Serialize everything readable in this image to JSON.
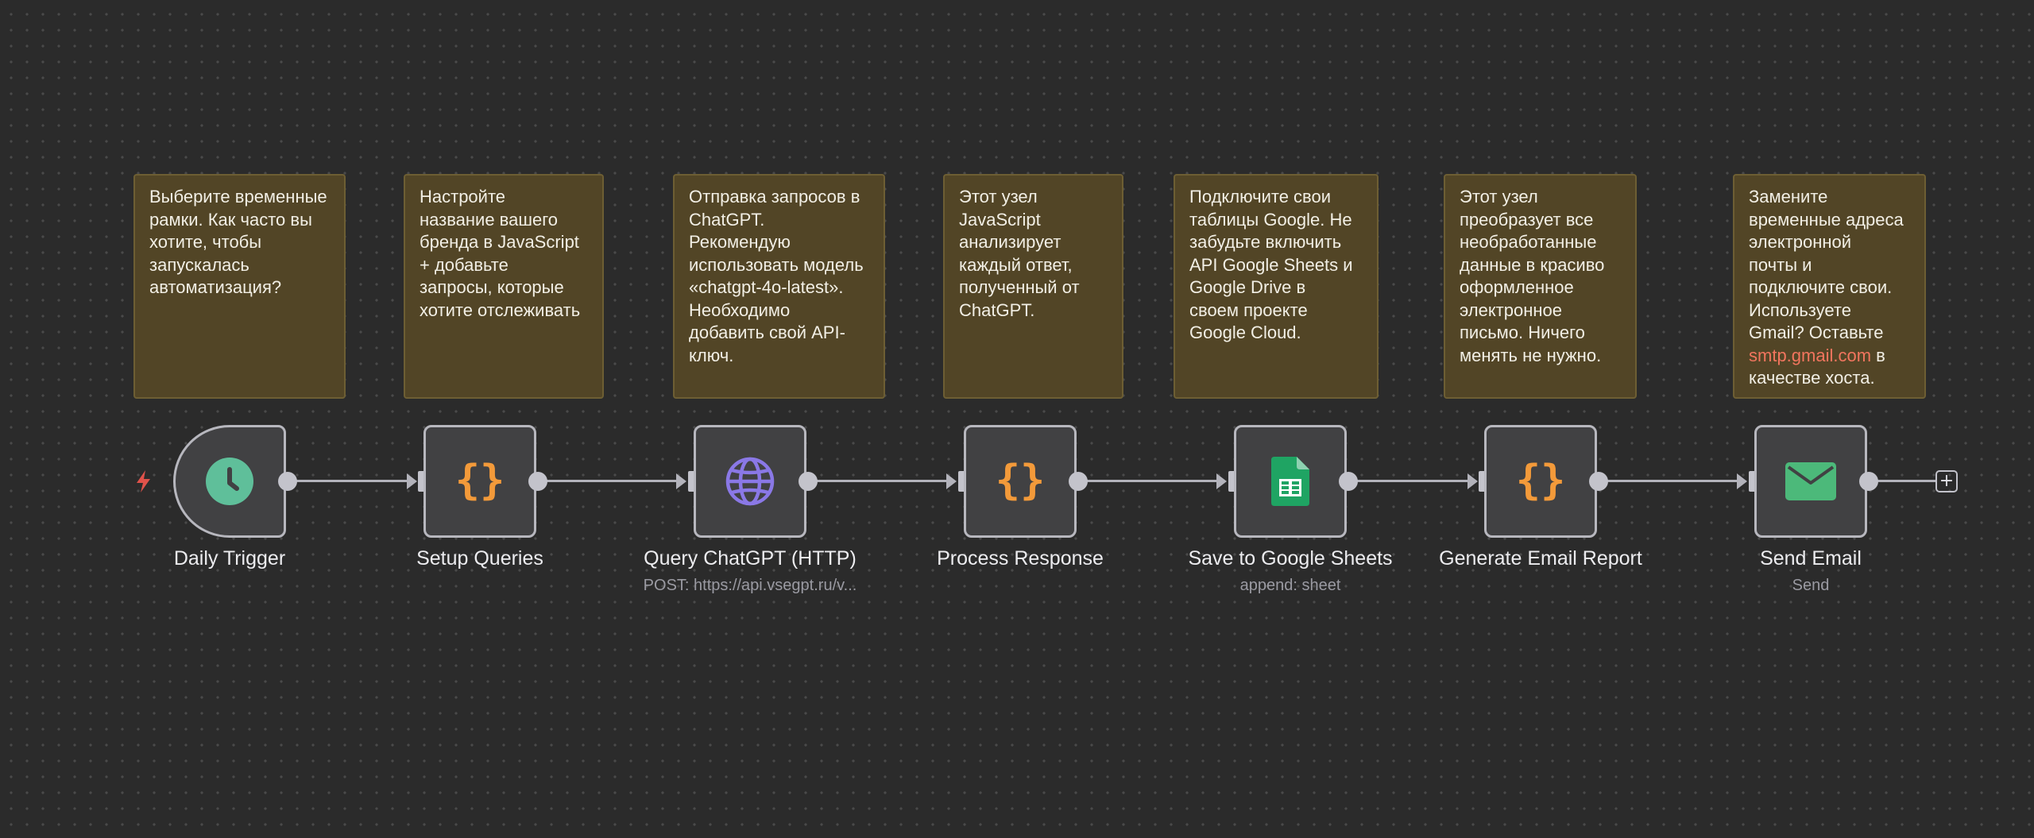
{
  "sticky_notes": [
    {
      "id": "note-trigger",
      "text": "Выберите временные\nрамки. Как часто вы\nхотите, чтобы\nзапускалась\nавтоматизация?"
    },
    {
      "id": "note-setup",
      "text": "Настройте\nназвание вашего\nбренда в JavaScript\n+ добавьте\nзапросы, которые\nхотите отслеживать"
    },
    {
      "id": "note-query",
      "text": "Отправка запросов в\nChatGPT.\nРекомендую\nиспользовать модель\n«chatgpt-4o-latest».\nНеобходимо\nдобавить свой API-\nключ."
    },
    {
      "id": "note-process",
      "text": "Этот узел\nJavaScript\nанализирует\nкаждый ответ,\nполученный от\nChatGPT."
    },
    {
      "id": "note-sheets",
      "text": "Подключите свои\nтаблицы Google. Не\nзабудьте включить\nAPI Google Sheets и\nGoogle Drive в\nсвоем проекте\nGoogle Cloud."
    },
    {
      "id": "note-report",
      "text": "Этот узел\nпреобразует все\nнеобработанные\nданные в красиво\nоформленное\nэлектронное\nписьмо. Ничего\nменять не нужно."
    },
    {
      "id": "note-email",
      "text_before": "Замените\nвременные адреса\nэлектронной\nпочты и\nподключите свои.\nИспользуете\nGmail? Оставьте\n",
      "highlight": "smtp.gmail.com",
      "text_after": " в\nкачестве хоста."
    }
  ],
  "nodes": [
    {
      "name": "Daily Trigger",
      "subtitle": "",
      "icon": "clock-icon",
      "color": "#5fbf9a"
    },
    {
      "name": "Setup Queries",
      "subtitle": "",
      "icon": "code-braces-icon",
      "color": "#f39a3a"
    },
    {
      "name": "Query ChatGPT (HTTP)",
      "subtitle": "POST: https://api.vsegpt.ru/v...",
      "icon": "globe-icon",
      "color": "#8a78e6"
    },
    {
      "name": "Process Response",
      "subtitle": "",
      "icon": "code-braces-icon",
      "color": "#f39a3a"
    },
    {
      "name": "Save to Google Sheets",
      "subtitle": "append: sheet",
      "icon": "google-sheets-icon",
      "color": "#1fa463"
    },
    {
      "name": "Generate Email Report",
      "subtitle": "",
      "icon": "code-braces-icon",
      "color": "#f39a3a"
    },
    {
      "name": "Send Email",
      "subtitle": "Send",
      "icon": "envelope-icon",
      "color": "#4cb97a"
    }
  ],
  "canvas": {
    "add_node_symbol": "+",
    "trigger_marker_icon": "lightning-bolt-icon",
    "accent_trigger": "#e0524a"
  }
}
